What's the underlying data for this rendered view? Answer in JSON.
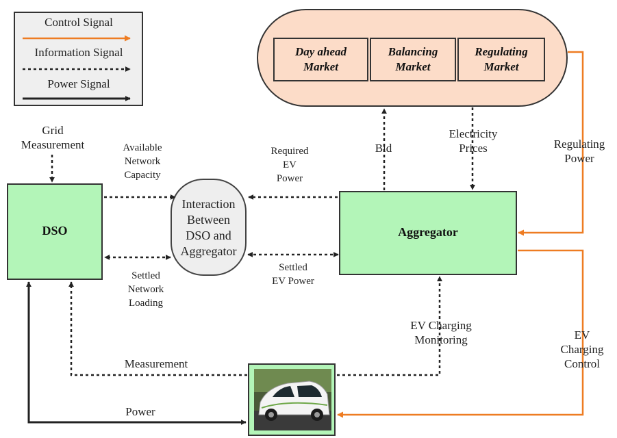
{
  "legend": {
    "control_label": "Control Signal",
    "information_label": "Information Signal",
    "power_label": "Power Signal"
  },
  "colors": {
    "control": "#ee7c22",
    "information": "#222222",
    "power": "#222222",
    "box_green": "#b3f5b8",
    "market_fill": "#fcdcc8",
    "interaction_fill": "#eeeeee"
  },
  "nodes": {
    "dso": "DSO",
    "aggregator": "Aggregator",
    "interaction": [
      "Interaction",
      "Between",
      "DSO and",
      "Aggregator"
    ],
    "markets": [
      [
        "Day ahead",
        "Market"
      ],
      [
        "Balancing",
        "Market"
      ],
      [
        "Regulating",
        "Market"
      ]
    ]
  },
  "labels": {
    "grid_measurement": [
      "Grid",
      "Measurement"
    ],
    "available_capacity": [
      "Available",
      "Network",
      "Capacity"
    ],
    "required_ev_power": [
      "Required",
      "EV",
      "Power"
    ],
    "bid": "Bid",
    "electricity_prices": [
      "Electricity",
      "Prices"
    ],
    "regulating_power": [
      "Regulating",
      "Power"
    ],
    "settled_network_loading": [
      "Settled",
      "Network",
      "Loading"
    ],
    "settled_ev_power": [
      "Settled",
      "EV Power"
    ],
    "ev_charging_monitoring": [
      "EV Charging",
      "Monitoring"
    ],
    "ev_charging_control": [
      "EV",
      "Charging",
      "Control"
    ],
    "measurement": "Measurement",
    "power": "Power"
  },
  "icons": {
    "electric_vehicle": "electric-car-icon"
  }
}
